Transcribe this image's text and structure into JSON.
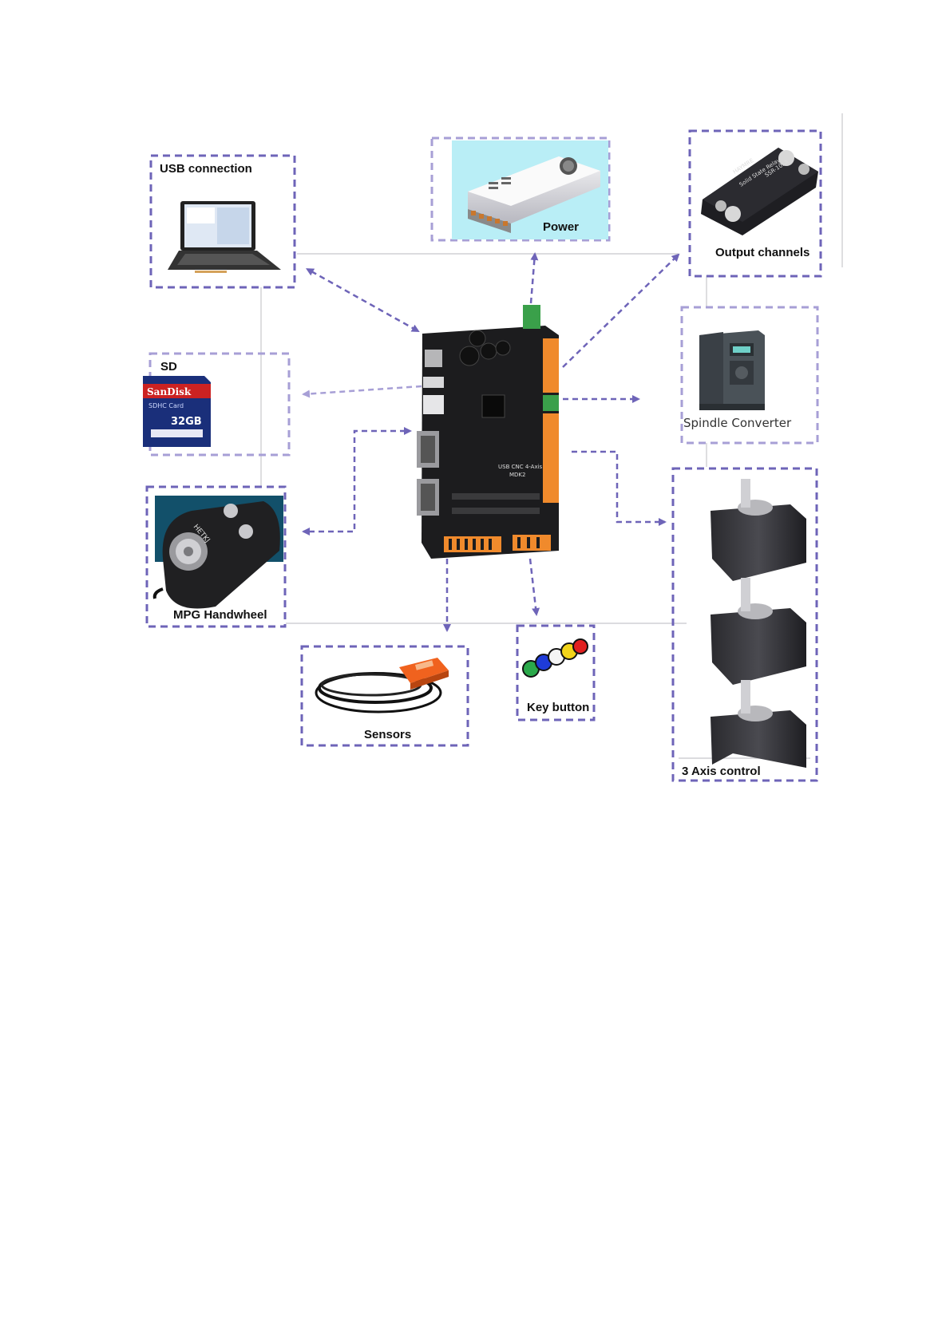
{
  "nodes": {
    "usb": "USB connection",
    "power": "Power",
    "output": "Output channels",
    "sd": "SD",
    "spindle": "Spindle Converter",
    "mpg": "MPG Handwheel",
    "sensors": "Sensors",
    "key": "Key button",
    "axis": "3 Axis control"
  },
  "product_text": {
    "sd_brand": "SanDisk",
    "sd_type": "SDHC Card",
    "sd_capacity": "32GB",
    "board_title": "USB CNC 4-Axis",
    "board_model": "MDK2",
    "relay_brand": "HAYMRE",
    "relay_model": "SSR-10LA",
    "relay_line": "Solid State Relay",
    "handwheel_brand": "HETKJ"
  },
  "colors": {
    "dash": "#6e64b8",
    "dash_light": "#a79fd6",
    "board": "#1c1c1e",
    "terminal": "#f08a2c",
    "terminal_green": "#3aa04a"
  },
  "icons": {
    "laptop": "laptop-icon",
    "power_supply": "power-supply-icon",
    "relay": "solid-state-relay-icon",
    "sd_card": "sd-card-icon",
    "vfd": "vfd-icon",
    "handwheel": "handwheel-icon",
    "board": "cnc-board-icon",
    "sensor": "proximity-sensor-icon",
    "buttons": "push-buttons-icon",
    "motor": "stepper-motor-icon"
  }
}
